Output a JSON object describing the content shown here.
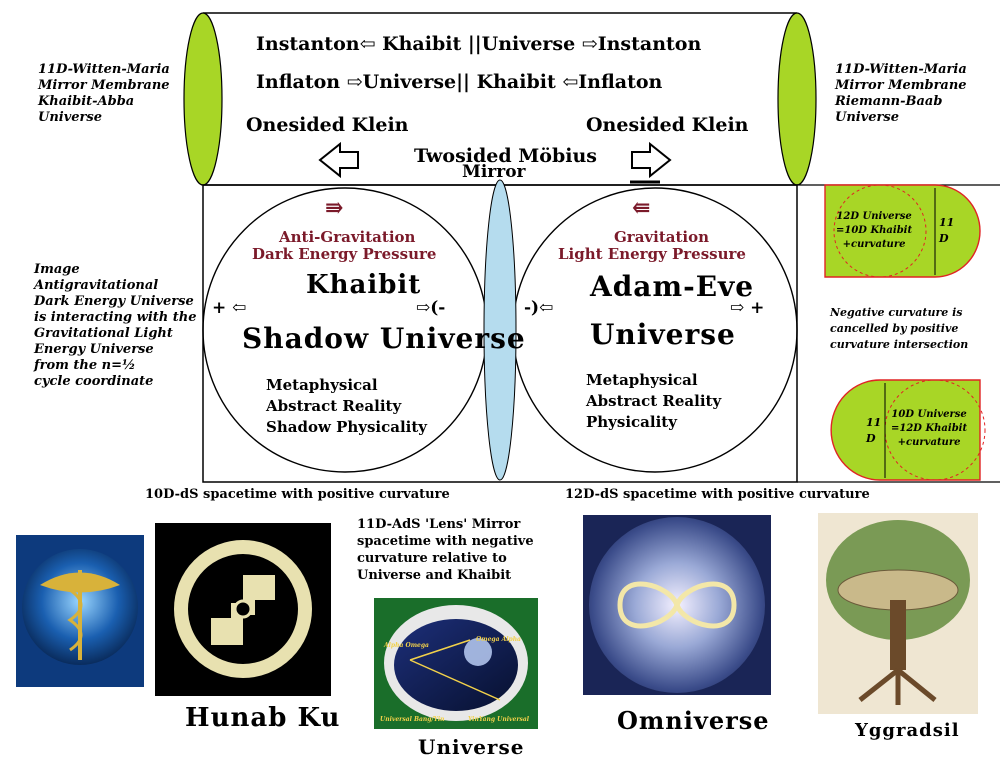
{
  "top": {
    "line1": "Instanton⇦ Khaibit  ||Universe ⇨Instanton",
    "line2": "Inflaton   ⇨Universe|| Khaibit  ⇦Inflaton",
    "onesided_left": "Onesided Klein",
    "onesided_right": "Onesided Klein",
    "twosided_line1": "Twosided Möbius",
    "twosided_line2": "Mirror"
  },
  "left_membrane": [
    "11D-Witten-Maria",
    "Mirror Membrane",
    "Khaibit-Abba",
    "Universe"
  ],
  "right_membrane": [
    "11D-Witten-Maria",
    "Mirror Membrane",
    "Riemann-Baab",
    "Universe"
  ],
  "left_circle": {
    "arrow": "⇛",
    "force_line1": "Anti-Gravitation",
    "force_line2": "Dark Energy Pressure",
    "name1": "Khaibit",
    "name2": "Shadow Universe",
    "plus": "+ ⇦",
    "minus": "⇨(-",
    "desc": [
      "Metaphysical",
      "Abstract Reality",
      "Shadow Physicality"
    ]
  },
  "right_circle": {
    "arrow": "⇚",
    "force_line1": "Gravitation",
    "force_line2": "Light Energy Pressure",
    "name1": "Adam-Eve",
    "name2": "Universe",
    "minus": "-)⇦",
    "plus": "⇨ +",
    "desc": [
      "Metaphysical",
      "Abstract Reality",
      "Physicality"
    ]
  },
  "left_note": [
    "Image",
    "Antigravitational",
    "Dark Energy Universe",
    "is interacting with the",
    "Gravitational Light",
    "Energy Universe",
    "from the n=½",
    "cycle coordinate"
  ],
  "right_top_shape": {
    "inner": [
      "12D Universe",
      "=10D Khaibit",
      "+curvature"
    ],
    "label": [
      "11",
      "D"
    ]
  },
  "right_mid_note": [
    "Negative curvature is",
    "cancelled by positive",
    "curvature intersection"
  ],
  "right_bottom_shape": {
    "inner": [
      "10D Universe",
      "=12D Khaibit",
      "+curvature"
    ],
    "label": [
      "11",
      "D"
    ]
  },
  "captions": {
    "ds10": "10D-dS spacetime with positive curvature",
    "ds12": "12D-dS spacetime with positive curvature",
    "ads": [
      "11D-AdS 'Lens' Mirror",
      "spacetime with negative",
      "curvature relative to",
      "Universe and Khaibit"
    ]
  },
  "bottom_images": {
    "hunab_ku": "Hunab Ku",
    "universe": "Universe",
    "universe_small": [
      "Alpha Omega",
      "Omega Alpha",
      "Universal Bang/Yin",
      "YinYang Universal"
    ],
    "omniverse": "Omniverse",
    "yggradsil": "Yggradsil"
  },
  "colors": {
    "membrane_green": "#a8d626",
    "lens_blue": "#b5dcee",
    "maroon": "#7b1a2a",
    "dashed_red": "#e02424"
  }
}
